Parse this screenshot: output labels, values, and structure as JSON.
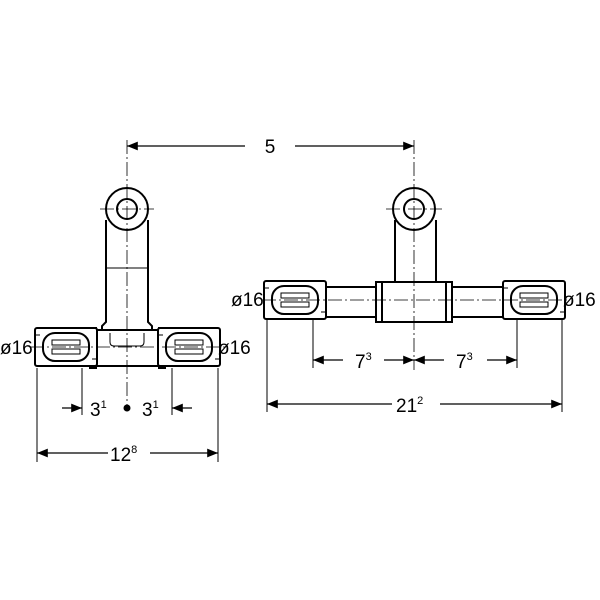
{
  "labels": {
    "center_distance": "5",
    "left": {
      "diameter_left": "ø16",
      "diameter_right": "ø16",
      "offset_left": {
        "base": "3",
        "sup": "1"
      },
      "offset_right": {
        "base": "3",
        "sup": "1"
      },
      "overall": {
        "base": "12",
        "sup": "8"
      }
    },
    "right": {
      "diameter_left": "ø16",
      "diameter_right": "ø16",
      "half_left": {
        "base": "7",
        "sup": "3"
      },
      "half_right": {
        "base": "7",
        "sup": "3"
      },
      "overall": {
        "base": "21",
        "sup": "2"
      }
    }
  }
}
